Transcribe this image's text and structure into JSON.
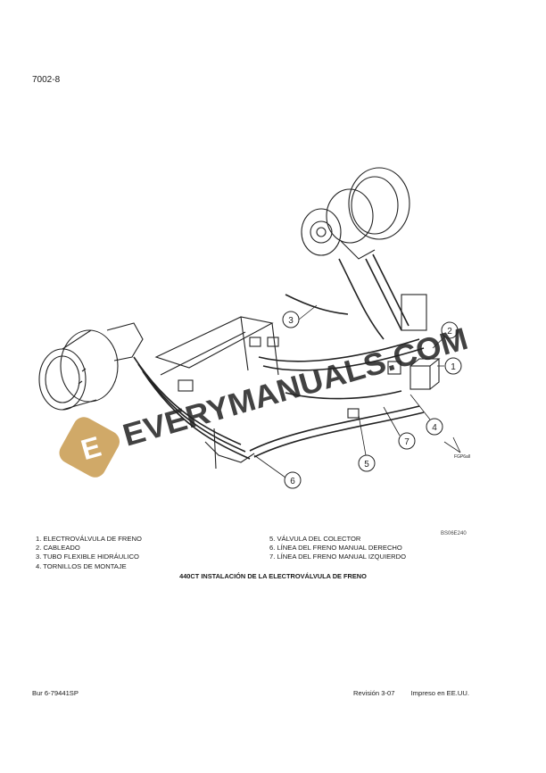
{
  "header": {
    "page_id": "7002-8"
  },
  "figure": {
    "code": "BS06E240",
    "small_code": "FGP6all",
    "callouts": [
      "1",
      "2",
      "3",
      "4",
      "5",
      "6",
      "7"
    ],
    "title": "440CT INSTALACIÓN DE LA ELECTROVÁLVULA DE FRENO"
  },
  "legend": {
    "left": [
      "1. ELECTROVÁLVULA DE FRENO",
      "2. CABLEADO",
      "3. TUBO FLEXIBLE HIDRÁULICO",
      "4. TORNILLOS DE MONTAJE"
    ],
    "right": [
      "5. VÁLVULA DEL COLECTOR",
      "6. LÍNEA DEL FRENO MANUAL DERECHO",
      "7. LÍNEA DEL FRENO MANUAL IZQUIERDO"
    ]
  },
  "watermark": {
    "text": "EVERYMANUALS.COM",
    "logo_letter": "E",
    "colors": {
      "logo": "#c89b4e",
      "text": "#222222"
    }
  },
  "footer": {
    "doc_id": "Bur 6-79441SP",
    "revision": "Revisión 3-07",
    "printed": "Impreso en EE.UU."
  }
}
